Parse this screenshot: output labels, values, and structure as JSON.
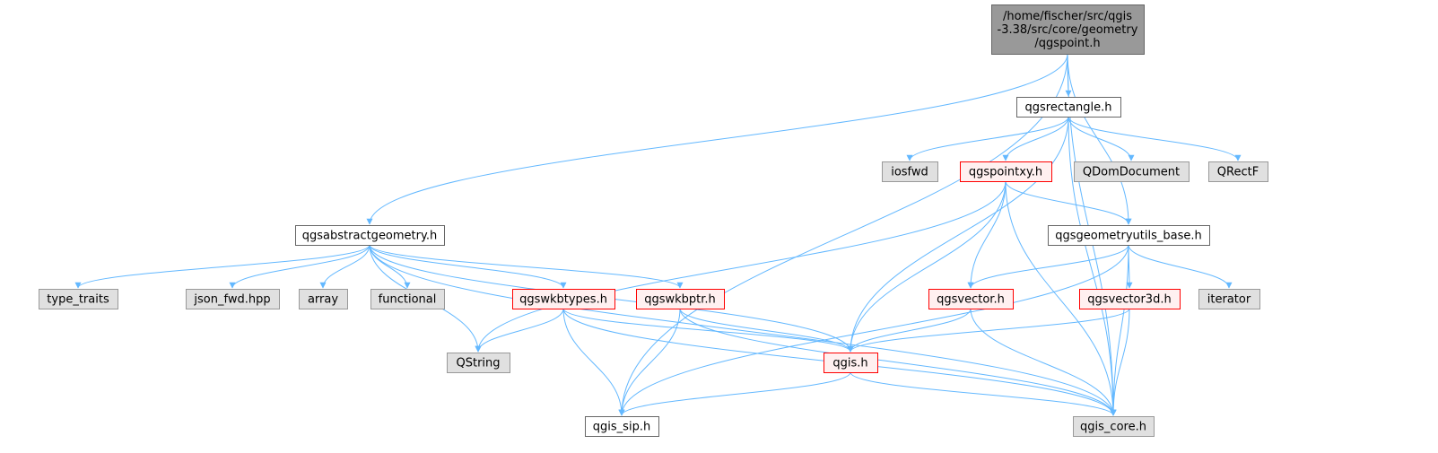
{
  "colors": {
    "edge": "#63b8ff",
    "root_fill": "#999999",
    "root_stroke": "#666666",
    "plain_fill": "#ffffff",
    "plain_stroke": "#666666",
    "truncated_fill": "#fff0f0",
    "truncated_stroke": "#ff0000",
    "external_fill": "#e0e0e0",
    "external_stroke": "#999999"
  },
  "nodes": [
    {
      "id": "root",
      "kind": "root",
      "lines": [
        "/home/fischer/src/qgis",
        "-3.38/src/core/geometry",
        "/qgspoint.h"
      ]
    },
    {
      "id": "qgsrectangle",
      "kind": "plain",
      "lines": [
        "qgsrectangle.h"
      ]
    },
    {
      "id": "iosfwd",
      "kind": "external",
      "lines": [
        "iosfwd"
      ]
    },
    {
      "id": "qgspointxy",
      "kind": "truncated",
      "lines": [
        "qgspointxy.h"
      ]
    },
    {
      "id": "qdomdocument",
      "kind": "external",
      "lines": [
        "QDomDocument"
      ]
    },
    {
      "id": "qrectf",
      "kind": "external",
      "lines": [
        "QRectF"
      ]
    },
    {
      "id": "qgsabstractgeometry",
      "kind": "plain",
      "lines": [
        "qgsabstractgeometry.h"
      ]
    },
    {
      "id": "qgsgeometryutils_base",
      "kind": "plain",
      "lines": [
        "qgsgeometryutils_base.h"
      ]
    },
    {
      "id": "type_traits",
      "kind": "external",
      "lines": [
        "type_traits"
      ]
    },
    {
      "id": "json_fwd",
      "kind": "external",
      "lines": [
        "json_fwd.hpp"
      ]
    },
    {
      "id": "array",
      "kind": "external",
      "lines": [
        "array"
      ]
    },
    {
      "id": "functional",
      "kind": "external",
      "lines": [
        "functional"
      ]
    },
    {
      "id": "qgswkbtypes",
      "kind": "truncated",
      "lines": [
        "qgswkbtypes.h"
      ]
    },
    {
      "id": "qgswkbptr",
      "kind": "truncated",
      "lines": [
        "qgswkbptr.h"
      ]
    },
    {
      "id": "qgsvector",
      "kind": "truncated",
      "lines": [
        "qgsvector.h"
      ]
    },
    {
      "id": "qgsvector3d",
      "kind": "truncated",
      "lines": [
        "qgsvector3d.h"
      ]
    },
    {
      "id": "iterator",
      "kind": "external",
      "lines": [
        "iterator"
      ]
    },
    {
      "id": "qstring",
      "kind": "external",
      "lines": [
        "QString"
      ]
    },
    {
      "id": "qgis",
      "kind": "truncated",
      "lines": [
        "qgis.h"
      ]
    },
    {
      "id": "qgis_sip",
      "kind": "plain",
      "lines": [
        "qgis_sip.h"
      ]
    },
    {
      "id": "qgis_core",
      "kind": "external",
      "lines": [
        "qgis_core.h"
      ]
    }
  ],
  "edges": [
    [
      "root",
      "qgsrectangle"
    ],
    [
      "root",
      "qgsabstractgeometry"
    ],
    [
      "root",
      "qgsgeometryutils_base"
    ],
    [
      "root",
      "qgis_sip"
    ],
    [
      "root",
      "qgis_core"
    ],
    [
      "qgsrectangle",
      "iosfwd"
    ],
    [
      "qgsrectangle",
      "qgspointxy"
    ],
    [
      "qgsrectangle",
      "qdomdocument"
    ],
    [
      "qgsrectangle",
      "qrectf"
    ],
    [
      "qgsrectangle",
      "qgis"
    ],
    [
      "qgsrectangle",
      "qgis_core"
    ],
    [
      "qgspointxy",
      "qgsgeometryutils_base"
    ],
    [
      "qgspointxy",
      "qgsvector"
    ],
    [
      "qgspointxy",
      "qgis"
    ],
    [
      "qgspointxy",
      "qstring"
    ],
    [
      "qgspointxy",
      "qgis_core"
    ],
    [
      "qgsabstractgeometry",
      "type_traits"
    ],
    [
      "qgsabstractgeometry",
      "json_fwd"
    ],
    [
      "qgsabstractgeometry",
      "array"
    ],
    [
      "qgsabstractgeometry",
      "functional"
    ],
    [
      "qgsabstractgeometry",
      "qgswkbtypes"
    ],
    [
      "qgsabstractgeometry",
      "qgswkbptr"
    ],
    [
      "qgsabstractgeometry",
      "qstring"
    ],
    [
      "qgsabstractgeometry",
      "qgis"
    ],
    [
      "qgsabstractgeometry",
      "qgis_core"
    ],
    [
      "qgsgeometryutils_base",
      "qgsvector"
    ],
    [
      "qgsgeometryutils_base",
      "qgsvector3d"
    ],
    [
      "qgsgeometryutils_base",
      "iterator"
    ],
    [
      "qgsgeometryutils_base",
      "qgis_sip"
    ],
    [
      "qgsgeometryutils_base",
      "qgis_core"
    ],
    [
      "qgswkbtypes",
      "qstring"
    ],
    [
      "qgswkbtypes",
      "qgis"
    ],
    [
      "qgswkbtypes",
      "qgis_sip"
    ],
    [
      "qgswkbtypes",
      "qgis_core"
    ],
    [
      "qgswkbptr",
      "qgis"
    ],
    [
      "qgswkbptr",
      "qgis_sip"
    ],
    [
      "qgswkbptr",
      "qgis_core"
    ],
    [
      "qgsvector",
      "qgis"
    ],
    [
      "qgsvector",
      "qgis_core"
    ],
    [
      "qgsvector3d",
      "qgis"
    ],
    [
      "qgsvector3d",
      "qgis_core"
    ],
    [
      "qgis",
      "qgis_sip"
    ],
    [
      "qgis",
      "qgis_core"
    ]
  ]
}
